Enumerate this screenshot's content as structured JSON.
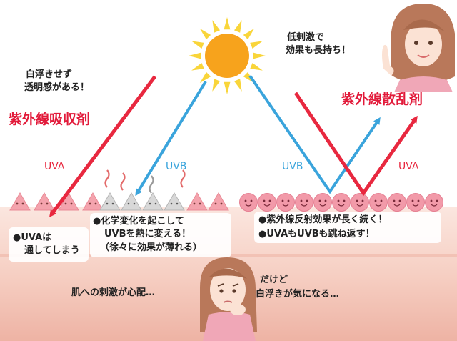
{
  "colors": {
    "uva": "#e8283f",
    "uvb": "#3aa4dc",
    "title": "#e21a3a",
    "skin_top": "#fbe6df",
    "skin_mid": "#f6cfc3",
    "skin_low": "#eeb3a4",
    "sun": "#f7a31c",
    "sun_ray": "#f9d53a"
  },
  "texts": {
    "left_note_1": "白浮きせず",
    "left_note_2": "透明感がある！",
    "left_title": "紫外線吸収剤",
    "left_uva": "UVA",
    "left_uvb": "UVB",
    "left_box_1": "●UVAは",
    "left_box_2": "通してしまう",
    "center_box_1": "●化学変化を起こして",
    "center_box_2": "UVBを熱に変える！",
    "center_box_3": "（徐々に効果が薄れる）",
    "bottom_left_note": "肌への刺激が心配…",
    "right_note_1": "低刺激で",
    "right_note_2": "効果も長持ち！",
    "right_title": "紫外線散乱剤",
    "right_uvb": "UVB",
    "right_uva": "UVA",
    "right_box_1": "●紫外線反射効果が長く続く！",
    "right_box_2": "●UVAもUVBも跳ね返す！",
    "bottom_right_1": "だけど",
    "bottom_right_2": "白浮きが気になる…"
  },
  "icons": {
    "sun": "sun-icon",
    "smiley_particle": "smiley-particle-icon",
    "heat": "heat-wave-icon",
    "woman_happy": "woman-pointing-icon",
    "woman_worried": "woman-worried-icon"
  }
}
